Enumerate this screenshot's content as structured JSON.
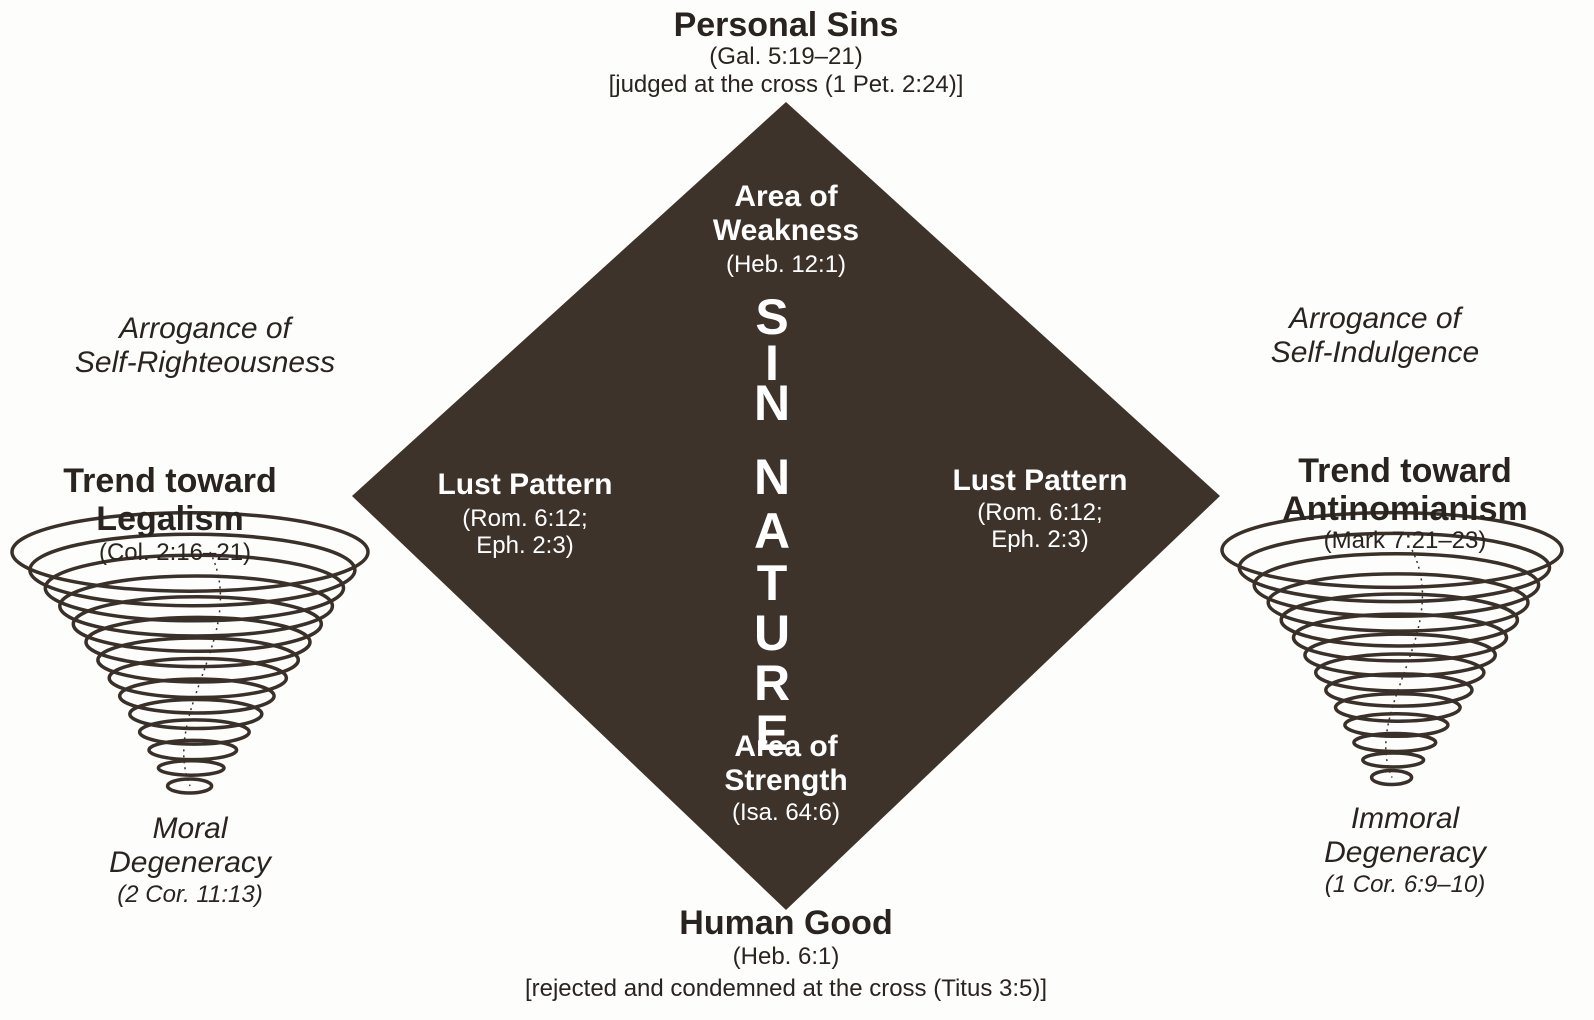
{
  "top": {
    "title": "Personal Sins",
    "ref": "(Gal. 5:19–21)",
    "note": "[judged at the cross (1 Pet. 2:24)]"
  },
  "bottom": {
    "title": "Human Good",
    "ref": "(Heb. 6:1)",
    "note": "[rejected and condemned at the cross (Titus 3:5)]"
  },
  "diamond": {
    "fill": "#3e332b",
    "weakness_line1": "Area of",
    "weakness_line2": "Weakness",
    "weakness_ref": "(Heb. 12:1)",
    "strength_line1": "Area of",
    "strength_line2": "Strength",
    "strength_ref": "(Isa. 64:6)",
    "lust_left_title": "Lust Pattern",
    "lust_left_ref1": "(Rom. 6:12;",
    "lust_left_ref2": "Eph. 2:3)",
    "lust_right_title": "Lust Pattern",
    "lust_right_ref1": "(Rom. 6:12;",
    "lust_right_ref2": "Eph. 2:3)",
    "sin_letters": [
      "S",
      "I",
      "N",
      "N",
      "A",
      "T",
      "U",
      "R",
      "E"
    ]
  },
  "left": {
    "arrogance_line1": "Arrogance of",
    "arrogance_line2": "Self-Righteousness",
    "trend_line1": "Trend toward",
    "trend_line2": "Legalism",
    "trend_ref": "(Col. 2:16–21)",
    "result_line1": "Moral",
    "result_line2": "Degeneracy",
    "result_ref": "(2 Cor. 11:13)",
    "icon": "tornado-spiral-icon"
  },
  "right": {
    "arrogance_line1": "Arrogance of",
    "arrogance_line2": "Self-Indulgence",
    "trend_line1": "Trend toward",
    "trend_line2": "Antinomianism",
    "trend_ref": "(Mark 7:21–23)",
    "result_line1": "Immoral",
    "result_line2": "Degeneracy",
    "result_ref": "(1 Cor. 6:9–10)",
    "icon": "tornado-spiral-icon"
  }
}
